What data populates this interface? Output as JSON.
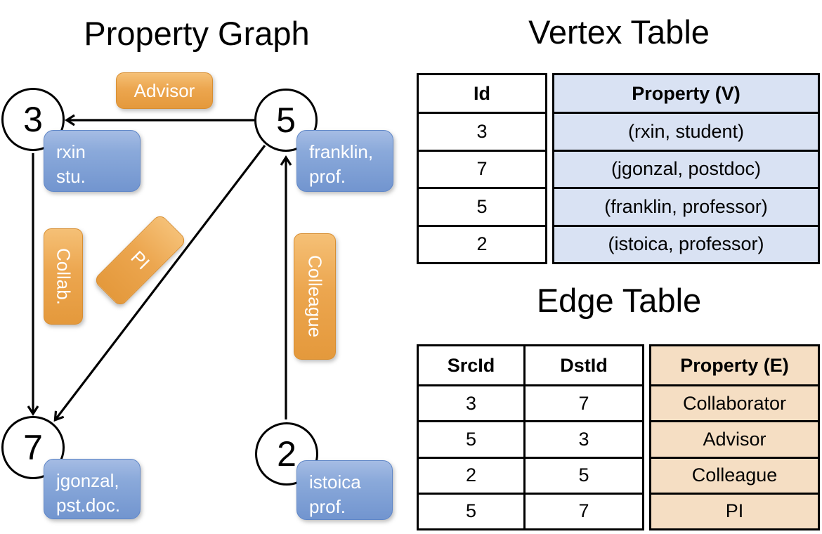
{
  "graph": {
    "title": "Property Graph",
    "vertices": [
      {
        "id": "3",
        "line1": "rxin",
        "line2": "stu."
      },
      {
        "id": "5",
        "line1": "franklin,",
        "line2": "prof."
      },
      {
        "id": "7",
        "line1": "jgonzal,",
        "line2": "pst.doc."
      },
      {
        "id": "2",
        "line1": "istoica",
        "line2": "prof."
      }
    ],
    "edge_labels": {
      "advisor": "Advisor",
      "collab": "Collab.",
      "pi": "PI",
      "colleague": "Colleague"
    }
  },
  "vertex_table": {
    "title": "Vertex Table",
    "col_id": "Id",
    "col_property": "Property (V)",
    "rows": [
      {
        "id": "3",
        "property": "(rxin, student)"
      },
      {
        "id": "7",
        "property": "(jgonzal, postdoc)"
      },
      {
        "id": "5",
        "property": "(franklin, professor)"
      },
      {
        "id": "2",
        "property": "(istoica, professor)"
      }
    ]
  },
  "edge_table": {
    "title": "Edge Table",
    "col_src": "SrcId",
    "col_dst": "DstId",
    "col_property": "Property (E)",
    "rows": [
      {
        "src": "3",
        "dst": "7",
        "property": "Collaborator"
      },
      {
        "src": "5",
        "dst": "3",
        "property": "Advisor"
      },
      {
        "src": "2",
        "dst": "5",
        "property": "Colleague"
      },
      {
        "src": "5",
        "dst": "7",
        "property": "PI"
      }
    ]
  },
  "colors": {
    "edge_label_orange": "#eca64f",
    "vertex_property_blue": "#7e9fd6",
    "vertex_table_fill": "#d9e2f3",
    "edge_table_fill": "#f5dec3",
    "line": "#000000"
  }
}
